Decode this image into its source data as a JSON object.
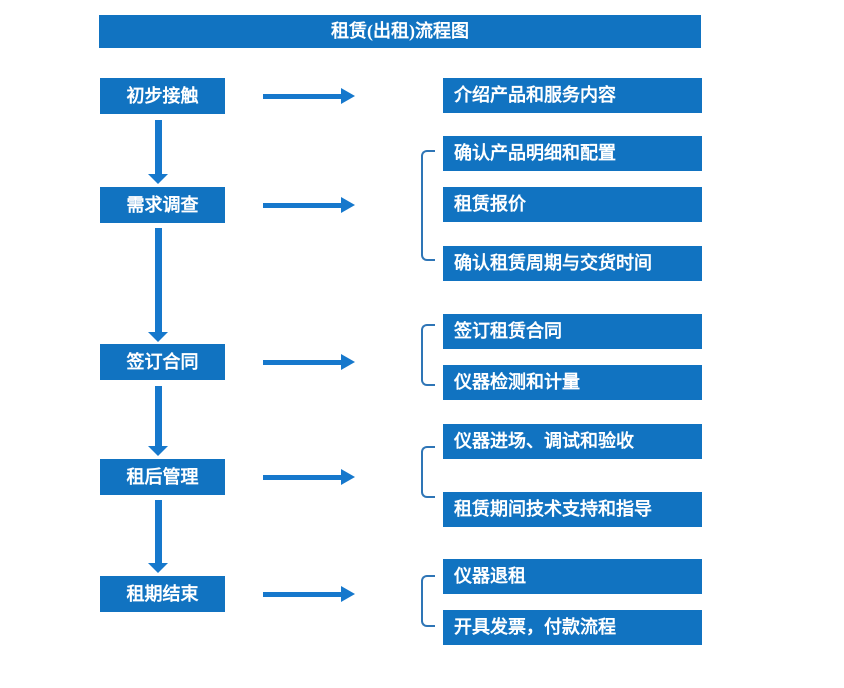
{
  "title": "租赁(出租)流程图",
  "colors": {
    "primary": "#1173C1",
    "arrow": "#1678CC",
    "bracket": "#2E75B6",
    "text": "#FFFFFF",
    "background": "#FFFFFF"
  },
  "steps": [
    {
      "label": "初步接触",
      "details": [
        "介绍产品和服务内容"
      ]
    },
    {
      "label": "需求调查",
      "details": [
        "确认产品明细和配置",
        "租赁报价",
        "确认租赁周期与交货时间"
      ]
    },
    {
      "label": "签订合同",
      "details": [
        "签订租赁合同",
        "仪器检测和计量"
      ]
    },
    {
      "label": "租后管理",
      "details": [
        "仪器进场、调试和验收",
        "租赁期间技术支持和指导"
      ]
    },
    {
      "label": "租期结束",
      "details": [
        "仪器退租",
        "开具发票，付款流程"
      ]
    }
  ]
}
